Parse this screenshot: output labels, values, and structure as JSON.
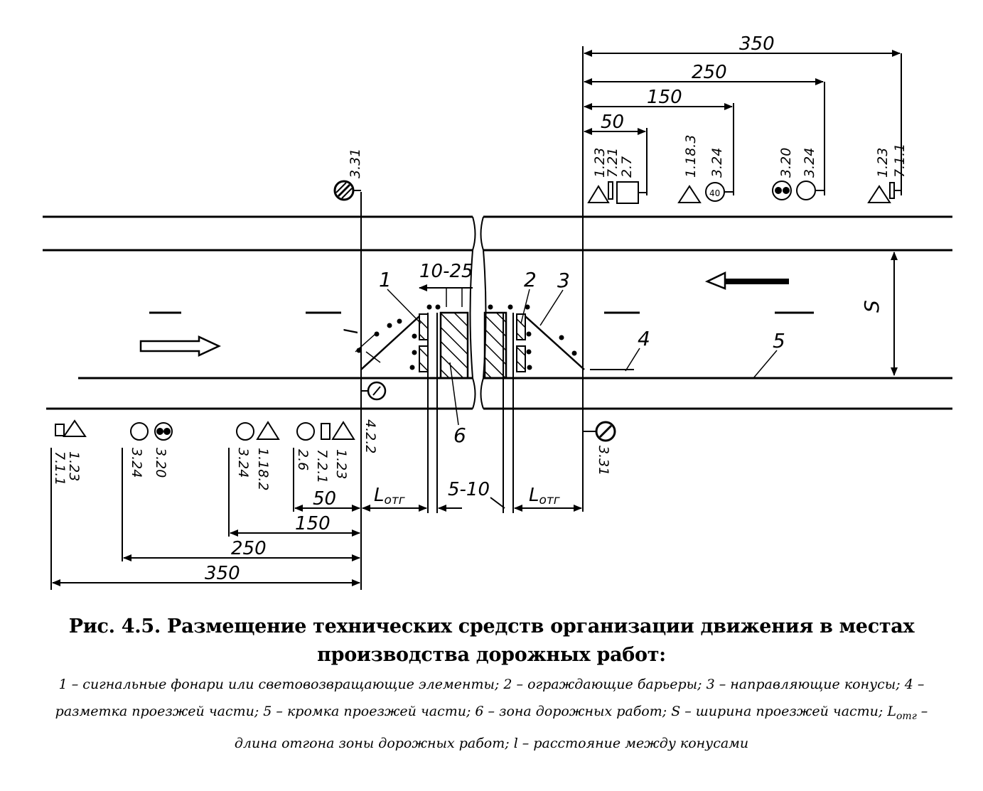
{
  "dimensions": {
    "top_350": "350",
    "top_250": "250",
    "top_150": "150",
    "top_50": "50",
    "gap_10_25": "10-25",
    "bot_50": "50",
    "bot_150": "150",
    "bot_250": "250",
    "bot_350": "350",
    "l_otg": "L",
    "l_otg_sub": "отг",
    "l_otg2": "L",
    "l_otg2_sub": "отг",
    "gap_5_10": "5-10",
    "width_s": "S"
  },
  "callouts": {
    "n1": "1",
    "n2": "2",
    "n3": "3",
    "n4": "4",
    "n5": "5",
    "n6": "6",
    "l_cone": "l"
  },
  "signs": {
    "top_left_331": "3.31",
    "top_right_group1": [
      "1.23",
      "7.21",
      "2.7"
    ],
    "top_right_group2": [
      "1.18.3",
      "3.24"
    ],
    "top_right_group3": [
      "3.20",
      "3.24"
    ],
    "top_right_group4": [
      "1.23",
      "7.1.1"
    ],
    "bottom_group1": [
      "1.23",
      "7.1.1"
    ],
    "bottom_group2": [
      "3.24",
      "3.20"
    ],
    "bottom_group3": [
      "1.18.2",
      "3.24"
    ],
    "bottom_group4": [
      "2.6",
      "7.2.1",
      "1.23"
    ],
    "bottom_422": "4.2.2",
    "bottom_right_331": "3.31",
    "sign_40": "40"
  },
  "caption": {
    "title": "Рис. 4.5. Размещение технических средств организации движения в местах производства дорожных работ:",
    "legend_1": "1 – сигнальные фонари или световозвращающие элементы; 2 – ограждающие барьеры; 3 – направляющие конусы; 4 – разметка проезжей части; 5 – кромка проезжей части; 6 – зона дорожных работ;",
    "legend_2_pre": "S – ширина проезжей части; L",
    "legend_2_sub": "отг",
    "legend_2_post": " – длина отгона зоны дорожных работ; l – расстояние между конусами"
  }
}
